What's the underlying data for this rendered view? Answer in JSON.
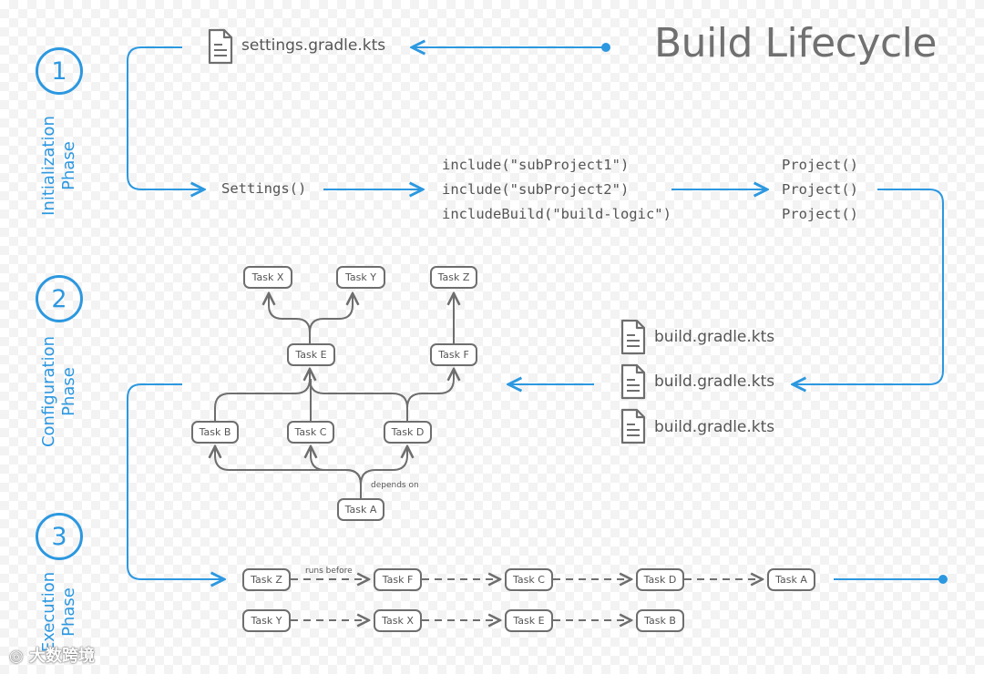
{
  "title": "Build Lifecycle",
  "phases": [
    {
      "number": "1",
      "label_line1": "Initialization",
      "label_line2": "Phase"
    },
    {
      "number": "2",
      "label_line1": "Configuration",
      "label_line2": "Phase"
    },
    {
      "number": "3",
      "label_line1": "Execution",
      "label_line2": "Phase"
    }
  ],
  "initialization": {
    "settings_file": "settings.gradle.kts",
    "settings_call": "Settings()",
    "includes": [
      "include(\"subProject1\")",
      "include(\"subProject2\")",
      "includeBuild(\"build-logic\")"
    ],
    "projects": [
      "Project()",
      "Project()",
      "Project()"
    ]
  },
  "configuration": {
    "build_files": [
      "build.gradle.kts",
      "build.gradle.kts",
      "build.gradle.kts"
    ],
    "tasks": {
      "x": "Task X",
      "y": "Task Y",
      "z": "Task Z",
      "e": "Task E",
      "f": "Task F",
      "b": "Task B",
      "c": "Task C",
      "d": "Task D",
      "a": "Task A"
    },
    "depends_on_label": "depends on"
  },
  "execution": {
    "runs_before_label": "runs before",
    "row1": [
      "Task Z",
      "Task F",
      "Task C",
      "Task D",
      "Task A"
    ],
    "row2": [
      "Task Y",
      "Task X",
      "Task E",
      "Task B"
    ]
  },
  "watermark": "大数跨境",
  "colors": {
    "accent": "#2c98e0",
    "ink": "#6e6e6e",
    "text": "#555555"
  }
}
